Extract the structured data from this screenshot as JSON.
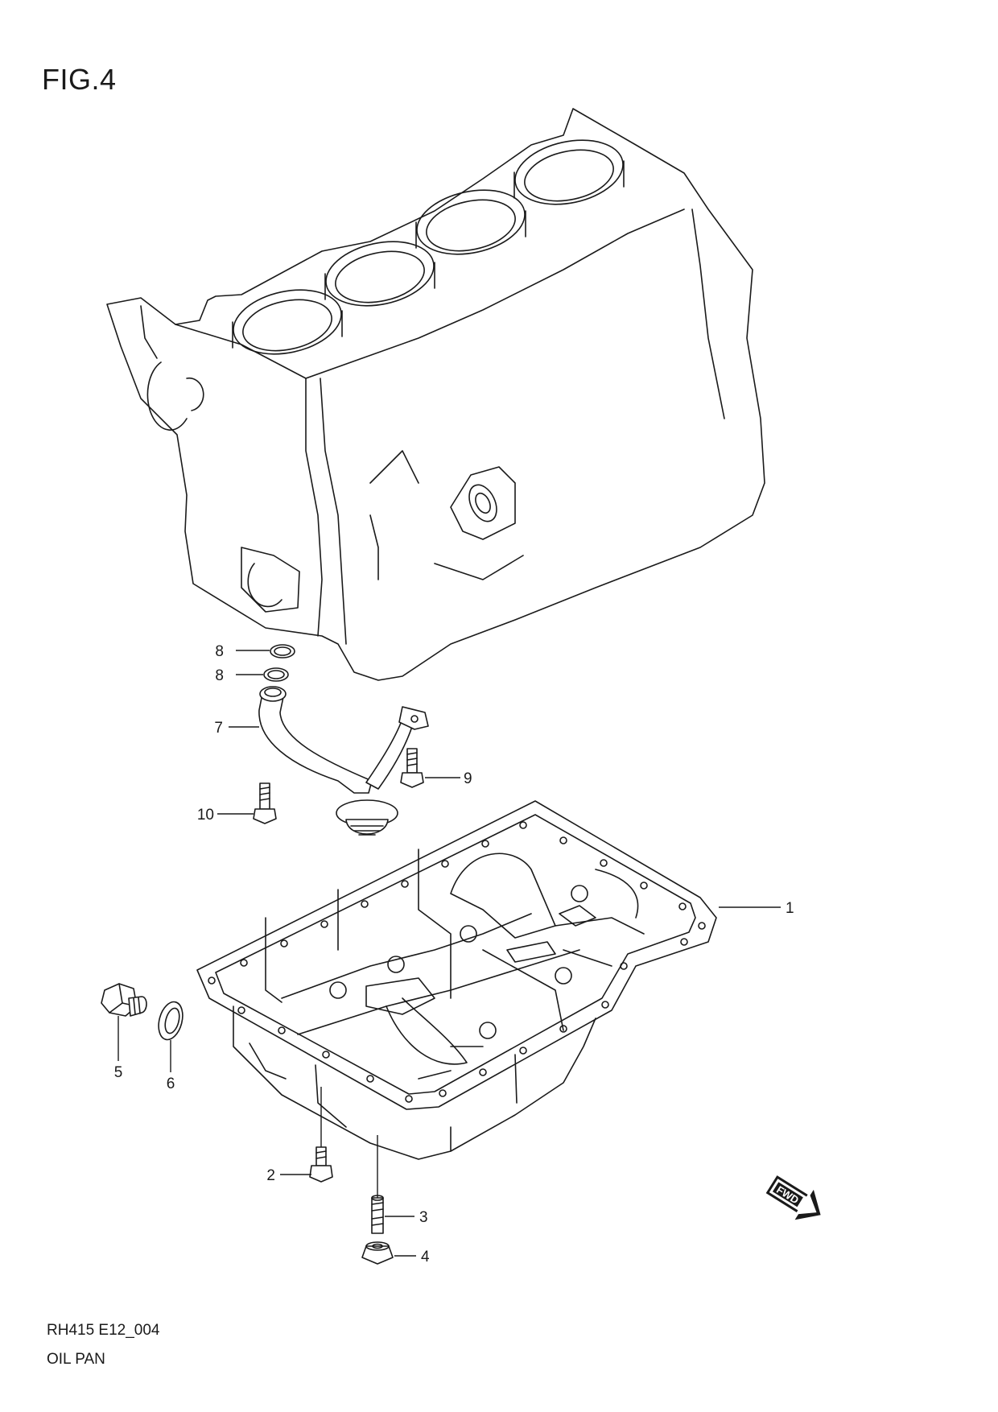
{
  "figure": {
    "title": "FIG.4",
    "code": "RH415 E12_004",
    "name": "OIL PAN",
    "direction_badge": "FWD"
  },
  "callouts": [
    {
      "number": "1",
      "part": "oil-pan"
    },
    {
      "number": "2",
      "part": "pan-bolt"
    },
    {
      "number": "3",
      "part": "stud"
    },
    {
      "number": "4",
      "part": "nut"
    },
    {
      "number": "5",
      "part": "drain-plug"
    },
    {
      "number": "6",
      "part": "gasket"
    },
    {
      "number": "7",
      "part": "oil-strainer"
    },
    {
      "number": "8",
      "part": "o-ring"
    },
    {
      "number": "8",
      "part": "o-ring"
    },
    {
      "number": "9",
      "part": "strainer-bolt"
    },
    {
      "number": "10",
      "part": "strainer-bolt"
    }
  ],
  "colors": {
    "line": "#1a1a1a",
    "paper": "#ffffff"
  }
}
